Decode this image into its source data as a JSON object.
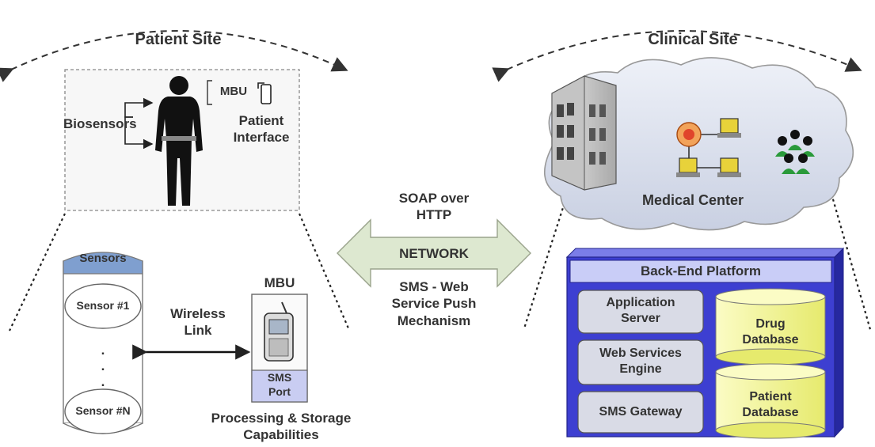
{
  "patient_site": {
    "title": "Patient Site",
    "biosensors_label": "Biosensors",
    "mbu_small_label": "MBU",
    "patient_interface_label": "Patient\nInterface",
    "sensors_header": "Sensors",
    "sensor_first": "Sensor #1",
    "sensor_last": "Sensor #N",
    "ellipsis": ".",
    "wireless_label": "Wireless\nLink",
    "mbu_label": "MBU",
    "sms_port_label": "SMS\nPort",
    "processing_label": "Processing & Storage\nCapabilities"
  },
  "network": {
    "soap_label": "SOAP over\nHTTP",
    "network_label": "NETWORK",
    "sms_push_label": "SMS - Web\nService Push\nMechanism"
  },
  "clinical_site": {
    "title": "Clinical Site",
    "medical_center_label": "Medical Center",
    "backend_title": "Back-End Platform",
    "components": [
      "Application\nServer",
      "Web Services\nEngine",
      "SMS Gateway"
    ],
    "databases": [
      "Drug\nDatabase",
      "Patient\nDatabase"
    ]
  },
  "colors": {
    "backend_fill": "#3d3fd1",
    "backend_header": "#c9cdf7",
    "component_fill": "#d9dbe6",
    "database_fill": "#f2f59a",
    "cloud_fill": "#dde2ee",
    "arrow_fill": "#dde8d0",
    "sensor_header": "#7f9fcf"
  }
}
